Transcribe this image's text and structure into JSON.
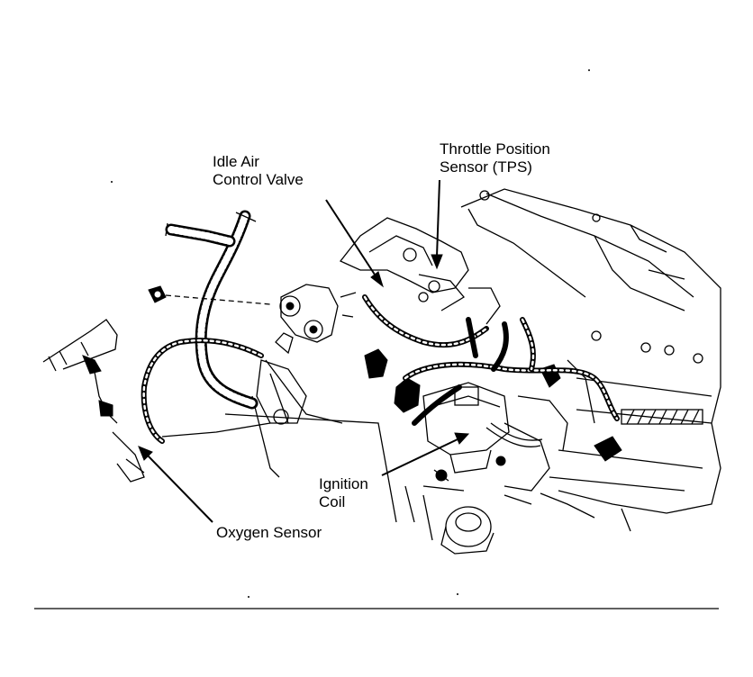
{
  "labels": {
    "idle_air": [
      "Idle Air",
      "Control Valve"
    ],
    "tps": [
      "Throttle Position",
      "Sensor (TPS)"
    ],
    "ignition_coil": [
      "Ignition",
      "Coil"
    ],
    "oxygen_sensor": "Oxygen Sensor"
  },
  "colors": {
    "ink": "#000000",
    "paper": "#ffffff"
  }
}
